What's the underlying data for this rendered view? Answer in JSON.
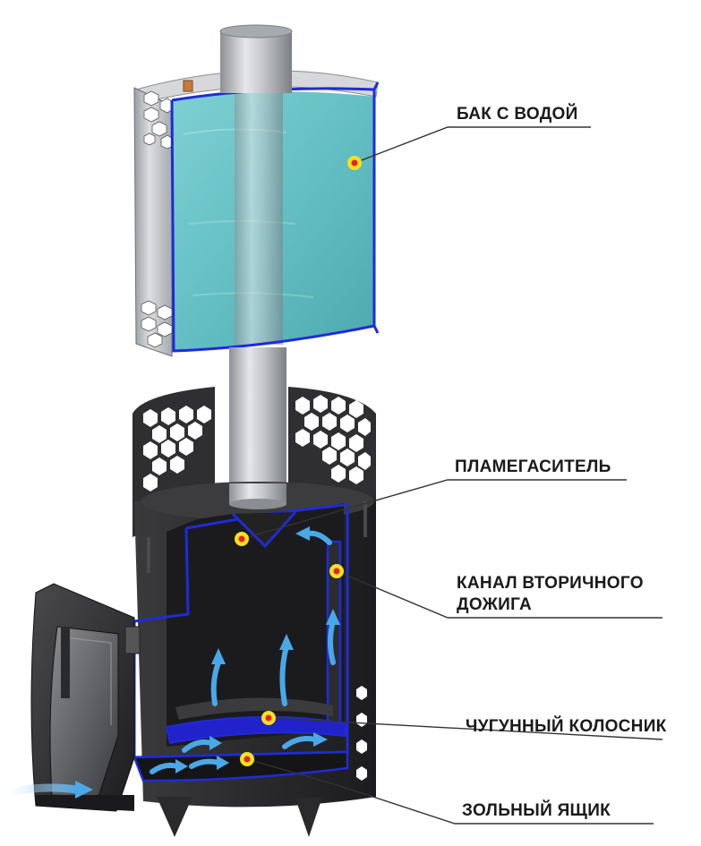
{
  "labels": {
    "tank": "БАК С ВОДОЙ",
    "flame_arrester": "ПЛАМЕГАСИТЕЛЬ",
    "afterburn_line1": "КАНАЛ ВТОРИЧНОГО",
    "afterburn_line2": "ДОЖИГА",
    "grate": "ЧУГУННЫЙ КОЛОСНИК",
    "ash_box": "ЗОЛЬНЫЙ ЯЩИК"
  },
  "colors": {
    "water": "#6cc6c9",
    "outline": "#1f2bd8",
    "airflow": "#4aa8e8",
    "marker_fill": "#f5e21a",
    "marker_center": "#e8202a",
    "body": "#2b2b2d",
    "steel": "#b9bcc0",
    "leader": "#333333"
  },
  "icons": [
    "hexagon-cutout-icon",
    "airflow-arrow-icon",
    "marker-dot-icon"
  ]
}
